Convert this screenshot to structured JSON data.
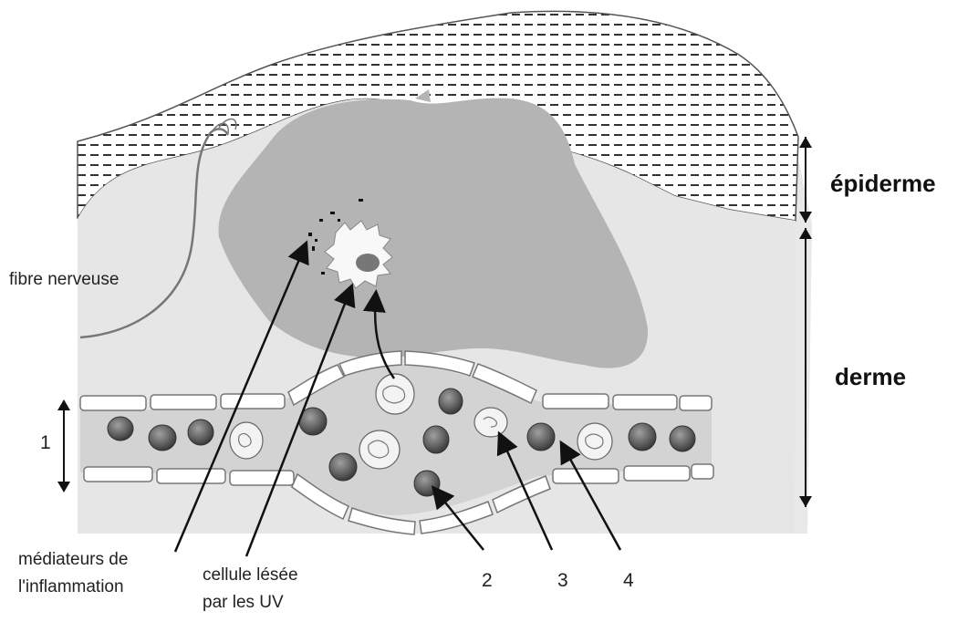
{
  "labels": {
    "epiderme": "épiderme",
    "derme": "derme",
    "fibre": "fibre nerveuse",
    "mediateurs_line1": "médiateurs de",
    "mediateurs_line2": "l'inflammation",
    "cellule_line1": "cellule lésée",
    "cellule_line2": "par les UV",
    "n1": "1",
    "n2": "2",
    "n3": "3",
    "n4": "4"
  },
  "colors": {
    "background": "#ffffff",
    "tissue": "#e6e6e6",
    "lesion": "#b4b4b4",
    "vessel": "#d3d3d3",
    "cell_dark": "#6e6e6e",
    "cell_light": "#f5f5f5",
    "arrow": "#111111"
  }
}
